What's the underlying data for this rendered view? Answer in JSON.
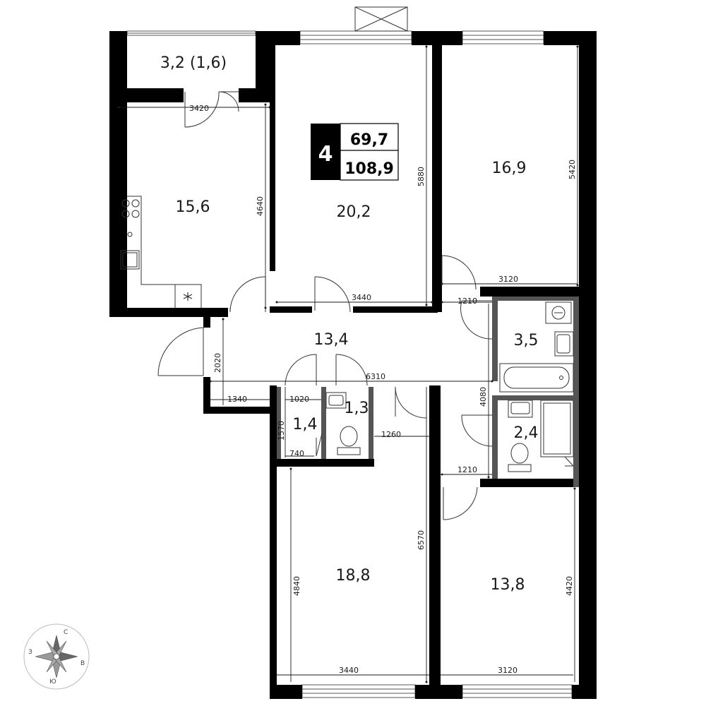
{
  "unit_badge": {
    "rooms": "4",
    "living_area": "69,7",
    "total_area": "108,9"
  },
  "rooms": {
    "balcony": "3,2 (1,6)",
    "kitchen": "15,6",
    "living_room": "20,2",
    "bedroom_top_right": "16,9",
    "hall": "13,4",
    "bathroom": "3,5",
    "toilet": "1,3",
    "closet": "1,4",
    "wc_2": "2,4",
    "bedroom_bottom_left": "18,8",
    "bedroom_bottom_right": "13,8"
  },
  "dimensions": {
    "kitchen_width": "3420",
    "kitchen_depth": "4640",
    "living_depth": "5880",
    "living_width": "3440",
    "bedroom_tr_depth": "5420",
    "bedroom_tr_width": "3120",
    "corridor_upper": "1210",
    "hall_depth": "2020",
    "hall_length": "6310",
    "entry_width": "1340",
    "closet_width": "1020",
    "closet_depth": "1570",
    "closet_door": "740",
    "corridor_mid": "1260",
    "baths_depth": "4080",
    "corridor_lower": "1210",
    "bedroom_bl_depth": "4840",
    "bedroom_bl_length": "6570",
    "bedroom_bl_width": "3440",
    "bedroom_br_depth": "4420",
    "bedroom_br_width": "3120"
  },
  "compass": {
    "north": "С",
    "south": "Ю",
    "west": "З",
    "east": "В",
    "icon": "compass-rose-icon"
  },
  "fixtures": {
    "stove": "stove-icon",
    "kitchen_sink": "sink-icon",
    "fridge": "snowflake-icon",
    "washer": "washing-machine-icon",
    "bathtub": "bathtub-icon",
    "toilet": "toilet-icon",
    "shower": "shower-icon"
  },
  "colors": {
    "wall": "#000000",
    "partition": "#555555",
    "line": "#1a1a1a"
  }
}
